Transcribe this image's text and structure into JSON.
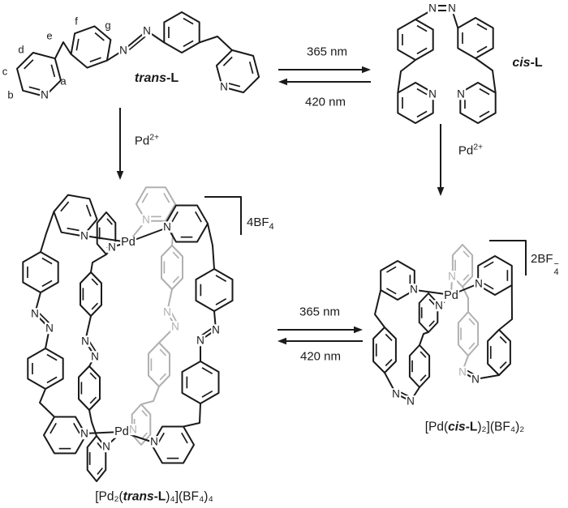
{
  "colors": {
    "ink": "#1a1a1a",
    "faded": "#b0b0b0",
    "background": "#ffffff"
  },
  "atoms": {
    "nitrogen": "N",
    "palladium": "Pd"
  },
  "reagent": {
    "base": "Pd",
    "charge": "2+"
  },
  "photo": {
    "forward": "365 nm",
    "reverse": "420 nm"
  },
  "trans_ligand": {
    "name_italic": "trans",
    "name_bold": "-L",
    "sites": {
      "a": "a",
      "b": "b",
      "c": "c",
      "d": "d",
      "e": "e",
      "f": "f",
      "g": "g"
    }
  },
  "cis_ligand": {
    "name_italic": "cis",
    "name_bold": "-L"
  },
  "cage_complex": {
    "counterion_base": "4BF",
    "counterion_sub": "4",
    "caption": {
      "pre": "[Pd₂(",
      "italic": "trans",
      "bold": "-L",
      "post": ")₄](BF₄)₄"
    }
  },
  "mono_complex": {
    "counterion_base": "2BF",
    "counterion_sub": "4",
    "counterion_sup": "−",
    "caption": {
      "pre": "[Pd(",
      "italic": "cis",
      "bold": "-L",
      "post": ")₂](BF₄)₂"
    }
  }
}
